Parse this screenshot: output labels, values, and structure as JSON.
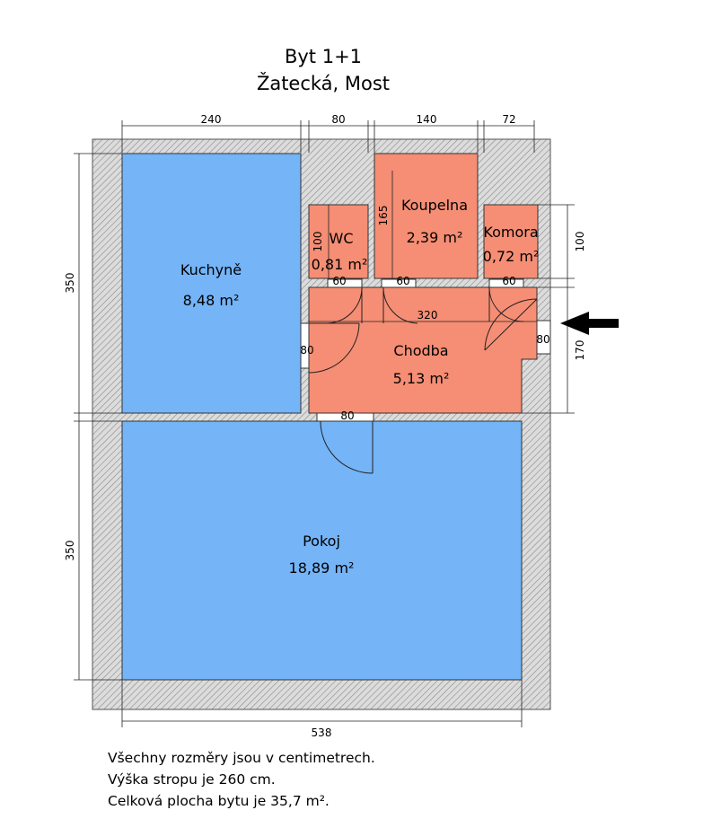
{
  "title": {
    "line1": "Byt 1+1",
    "line2": "Žatecká, Most"
  },
  "rooms": {
    "kuchyne": {
      "name": "Kuchyně",
      "area": "8,48 m²"
    },
    "wc": {
      "name": "WC",
      "area": "0,81 m²"
    },
    "koupelna": {
      "name": "Koupelna",
      "area": "2,39 m²"
    },
    "komora": {
      "name": "Komora",
      "area": "0,72 m²"
    },
    "chodba": {
      "name": "Chodba",
      "area": "5,13 m²"
    },
    "pokoj": {
      "name": "Pokoj",
      "area": "18,89 m²"
    }
  },
  "dimensions": {
    "top_kuchyne": "240",
    "top_wc": "80",
    "top_koupelna": "140",
    "top_komora": "72",
    "left_upper": "350",
    "left_lower": "350",
    "bottom_total": "538",
    "right_upper": "100",
    "right_lower": "170",
    "wc_height": "100",
    "koupelna_height": "165",
    "chodba_length": "320",
    "door_wc": "60",
    "door_koupelna": "60",
    "door_komora": "60",
    "door_kuchyne": "80",
    "door_entrance": "80",
    "door_pokoj": "80"
  },
  "notes": {
    "line1": "Všechny rozměry jsou v centimetrech.",
    "line2": "Výška stropu je 260 cm.",
    "line3": "Celková plocha bytu je 35,7 m²."
  },
  "colors": {
    "living_rooms": "#74b4f7",
    "service_rooms": "#f58e74",
    "walls_hatch": "#9a9a9a"
  },
  "icons": {
    "entrance": "arrow-left-icon"
  }
}
